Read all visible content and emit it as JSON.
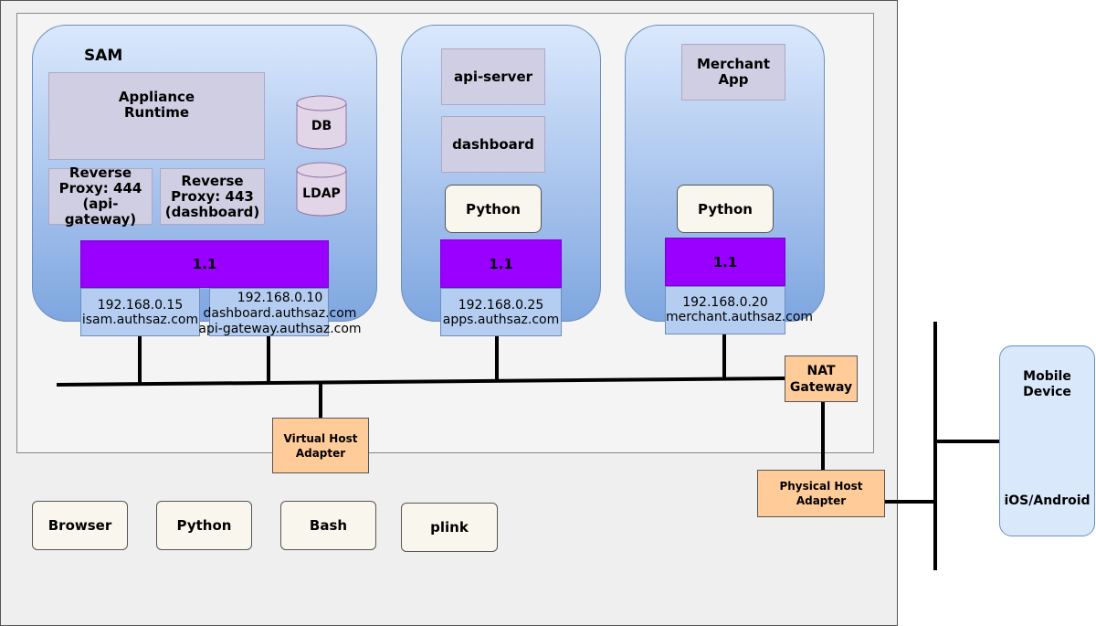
{
  "sam": {
    "title": "SAM",
    "appliance_runtime": "Appliance\nRuntime",
    "reverse_proxy_444": "Reverse\nProxy: 444\n(api-gateway)",
    "reverse_proxy_443": "Reverse\nProxy: 443\n(dashboard)",
    "db": "DB",
    "ldap": "LDAP",
    "nic_label": "1.1",
    "ip1": "192.168.0.15\nisam.authsaz.com",
    "ip2": "192.168.0.10\ndashboard.authsaz.com\napi-gateway.authsaz.com"
  },
  "api_vm": {
    "api_server": "api-server",
    "dashboard": "dashboard",
    "python": "Python",
    "nic_label": "1.1",
    "ip": "192.168.0.25\napps.authsaz.com"
  },
  "merchant_vm": {
    "merchant_app": "Merchant\nApp",
    "python": "Python",
    "nic_label": "1.1",
    "ip": "192.168.0.20\nmerchant.authsaz.com"
  },
  "network": {
    "nat_gateway": "NAT\nGateway",
    "virtual_host_adapter": "Virtual Host\nAdapter",
    "physical_host_adapter": "Physical Host\nAdapter"
  },
  "host_tools": [
    "Browser",
    "Python",
    "Bash",
    "plink"
  ],
  "mobile": {
    "title": "Mobile\nDevice",
    "os": "iOS/Android"
  },
  "colors": {
    "vm_fill_top": "#dae8fc",
    "vm_fill_bottom": "#7ea6e0",
    "nic_purple": "#9900ff",
    "adapter_orange": "#ffcc99",
    "component_lavender": "#d0cee2",
    "runtime_cream": "#f9f7ed"
  }
}
